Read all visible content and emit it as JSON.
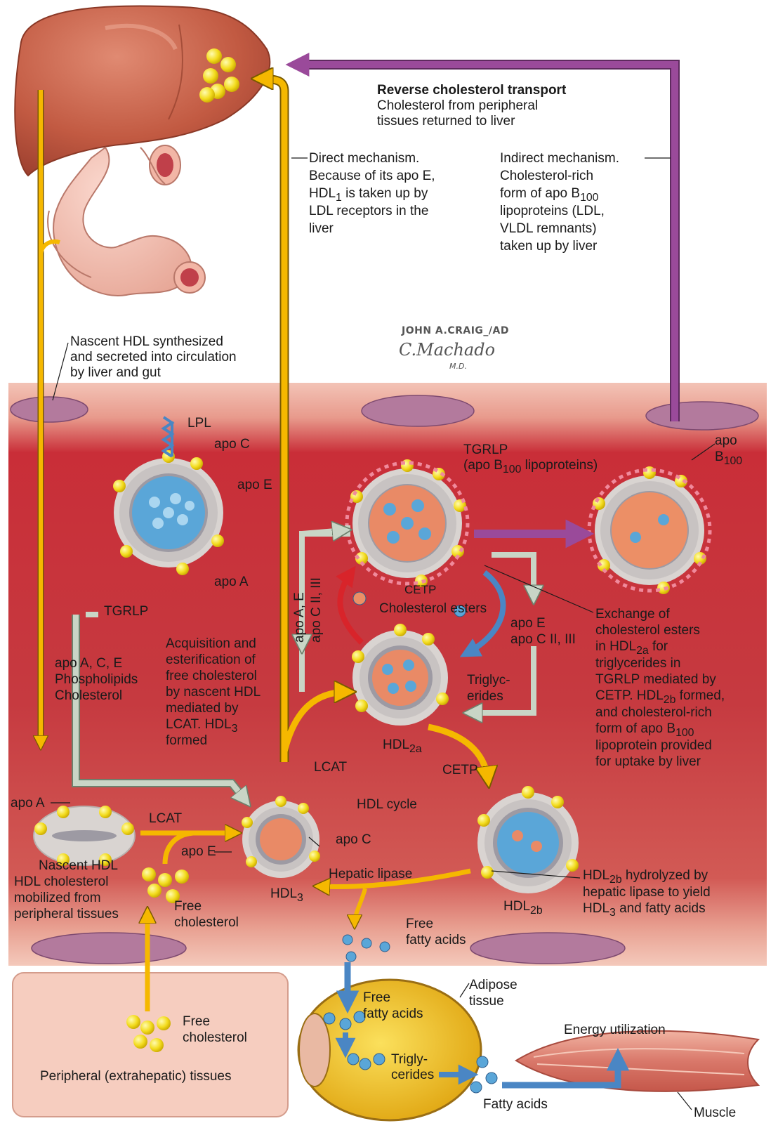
{
  "title": {
    "heading": "Reverse cholesterol transport",
    "line1": "Cholesterol from peripheral",
    "line2": "tissues returned to liver"
  },
  "direct_mechanism": [
    "Direct mechanism.",
    "Because of its apo E,",
    "HDL",
    "1",
    " is taken up by",
    "LDL receptors in the",
    "liver"
  ],
  "indirect_mechanism": [
    "Indirect mechanism.",
    "Cholesterol-rich",
    "form of apo B",
    "100",
    "lipoproteins (LDL,",
    "VLDL remnants)",
    "taken up by liver"
  ],
  "nascent_hdl_note": [
    "Nascent HDL synthesized",
    "and secreted into circulation",
    "by liver and gut"
  ],
  "signature": {
    "line1": "JOHN A.CRAIG",
    "suffix1": "AD",
    "line2": "C.Machado",
    "suffix2": "M.D."
  },
  "labels": {
    "lpl": "LPL",
    "apo_c_top": "apo C",
    "apo_e_top": "apo E",
    "apo_a_top": "apo A",
    "tgrlp_1": "TGRLP",
    "tgrlp_2a": "(apo B",
    "tgrlp_2sub": "100",
    "tgrlp_2b": " lipoproteins)",
    "apo_b100_a": "apo",
    "apo_b100_b": "B",
    "apo_b100_sub": "100",
    "tgrlp_left": "TGRLP",
    "apo_ace": "apo A, C, E",
    "phospholipids": "Phospholipids",
    "cholesterol": "Cholesterol",
    "vert_apo_1": "apo A, E",
    "vert_apo_2": "apo C II, III",
    "cetp_top": "CETP",
    "cholesterol_esters": "Cholesterol esters",
    "apo_e_mid": "apo E",
    "apo_c23_mid": "apo C II, III",
    "trigly_1": "Triglyc-",
    "trigly_2": "erides",
    "hdl2a": "HDL",
    "hdl2a_sub": "2a",
    "lcat_mid": "LCAT",
    "cetp_mid": "CETP",
    "hdl_cycle": "HDL cycle",
    "apo_a_left": "apo A",
    "lcat_left": "LCAT",
    "apo_e_left": "apo E",
    "apo_c_left": "apo C",
    "hepatic_lipase": "Hepatic lipase",
    "hdl3": "HDL",
    "hdl3_sub": "3",
    "hdl2b": "HDL",
    "hdl2b_sub": "2b",
    "free_chol_1": "Free",
    "free_chol_2": "cholesterol",
    "free_fa_1": "Free",
    "free_fa_2": "fatty acids",
    "adipose_1": "Adipose",
    "adipose_2": "tissue",
    "free_fa_adip_1": "Free",
    "free_fa_adip_2": "fatty acids",
    "energy": "Energy utilization",
    "trigly_adip_1": "Trigly-",
    "trigly_adip_2": "cerides",
    "fatty_acids": "Fatty acids",
    "muscle": "Muscle",
    "periph_free_1": "Free",
    "periph_free_2": "cholesterol",
    "periph_tissues": "Peripheral (extrahepatic) tissues"
  },
  "acquisition_note": [
    "Acquisition and",
    "esterification of",
    "free cholesterol",
    "by nascent HDL",
    "mediated by",
    "LCAT. HDL",
    "3",
    "formed"
  ],
  "nascent_left_note": [
    "Nascent HDL",
    "HDL cholesterol",
    "mobilized from",
    "peripheral tissues"
  ],
  "exchange_note": [
    "Exchange of",
    "cholesterol esters",
    "in HDL",
    "2a",
    " for",
    "triglycerides in",
    "TGRLP mediated by",
    "CETP. HDL",
    "2b",
    " formed,",
    "and cholesterol-rich",
    "form of apo B",
    "100",
    "lipoprotein provided",
    "for uptake by liver"
  ],
  "hydrolysis_note": [
    "HDL",
    "2b",
    " hydrolyzed by",
    "hepatic lipase to yield",
    "HDL",
    "3",
    " and fatty acids"
  ],
  "colors": {
    "yellow_arrow": "#f5b800",
    "purple_arrow": "#9a4a9a",
    "gray_arrow": "#b9c8b8",
    "red_arrow": "#d8242a",
    "blue_arrow": "#4a86c4",
    "vessel": "#c2323b",
    "liver": "#c8624a",
    "adipose": "#f2c21a",
    "muscle": "#dd8a78"
  }
}
